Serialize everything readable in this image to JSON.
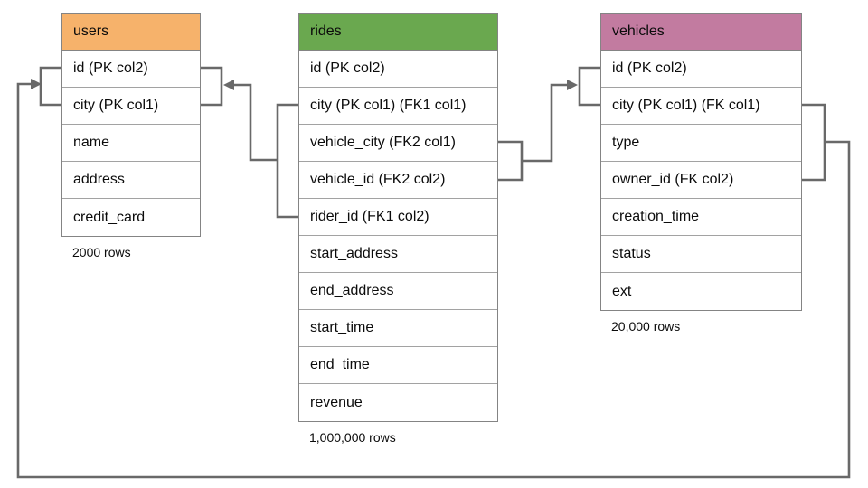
{
  "colors": {
    "users-header": "#F6B26B",
    "rides-header": "#6AA84F",
    "vehicles-header": "#C27BA0",
    "connector": "#696969"
  },
  "tables": {
    "users": {
      "title": "users",
      "rows": [
        "id (PK col2)",
        "city (PK col1)",
        "name",
        "address",
        "credit_card"
      ],
      "row_count": "2000 rows"
    },
    "rides": {
      "title": "rides",
      "rows": [
        "id (PK col2)",
        "city (PK col1) (FK1 col1)",
        "vehicle_city (FK2 col1)",
        "vehicle_id (FK2 col2)",
        "rider_id (FK1 col2)",
        "start_address",
        "end_address",
        "start_time",
        "end_time",
        "revenue"
      ],
      "row_count": "1,000,000 rows"
    },
    "vehicles": {
      "title": "vehicles",
      "rows": [
        "id (PK col2)",
        "city (PK col1) (FK col1)",
        "type",
        "owner_id (FK col2)",
        "creation_time",
        "status",
        "ext"
      ],
      "row_count": "20,000 rows"
    }
  },
  "relationships": [
    {
      "name": "FK1",
      "from": "rides (city, rider_id)",
      "to": "users (id, city)"
    },
    {
      "name": "FK2",
      "from": "rides (vehicle_city, vehicle_id)",
      "to": "vehicles (id, city)"
    },
    {
      "name": "FK",
      "from": "vehicles (city, owner_id)",
      "to": "users (id, city)"
    }
  ]
}
